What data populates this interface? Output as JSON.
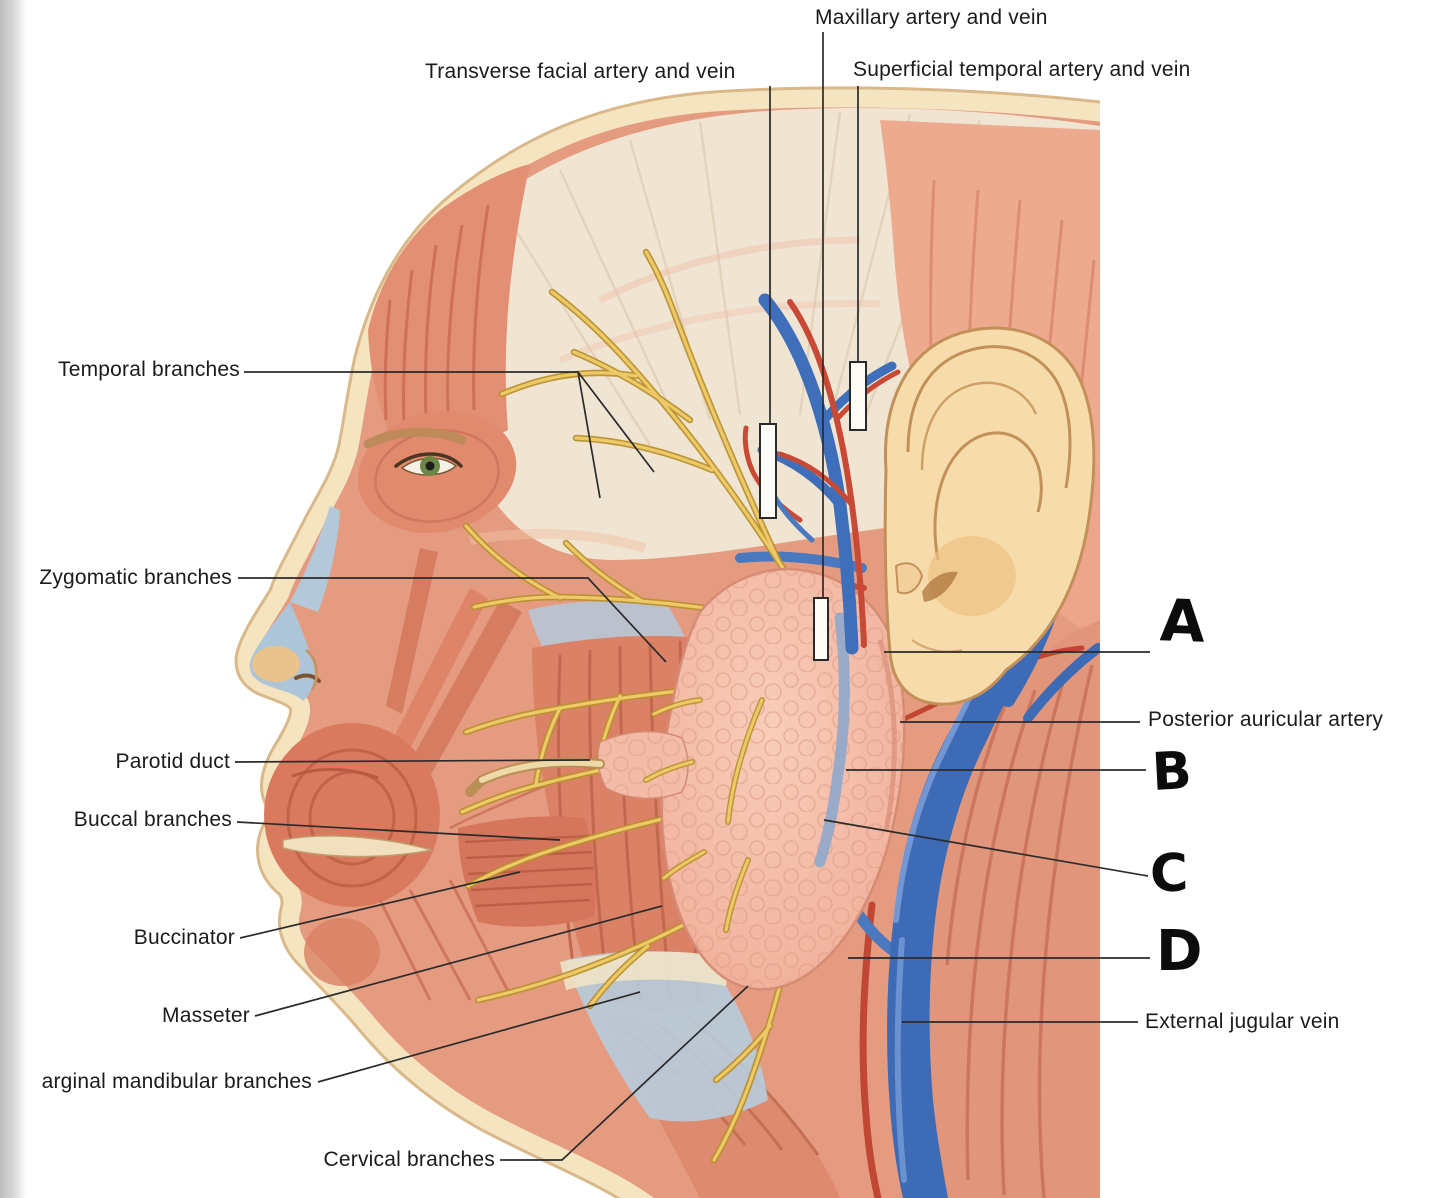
{
  "diagram": {
    "type": "anatomical-diagram",
    "labels": {
      "maxillary": "Maxillary artery and vein",
      "transverse_facial": "Transverse facial artery and vein",
      "superficial_temporal": "Superficial temporal artery and vein",
      "temporal_branches": "Temporal branches",
      "zygomatic_branches": "Zygomatic branches",
      "parotid_duct": "Parotid duct",
      "buccal_branches": "Buccal branches",
      "buccinator": "Buccinator",
      "masseter": "Masseter",
      "marginal_mandibular": "arginal mandibular branches",
      "cervical_branches": "Cervical branches",
      "posterior_auricular": "Posterior auricular artery",
      "external_jugular": "External jugular vein"
    },
    "handwritten_letters": {
      "a": "A",
      "b": "B",
      "c": "C",
      "d": "D"
    },
    "colors": {
      "muscle": "#e2967b",
      "muscle_shadow": "#c9705a",
      "skin_edge": "#f5e4c0",
      "fascia": "#f0e8d6",
      "gland": "#f2b5a0",
      "nerve": "#edc968",
      "vein": "#3d6bb5",
      "artery": "#c2462f",
      "cartilage": "#b4c9da",
      "label_text": "#1b1b1b",
      "leader_line": "#2b2b2b"
    }
  }
}
